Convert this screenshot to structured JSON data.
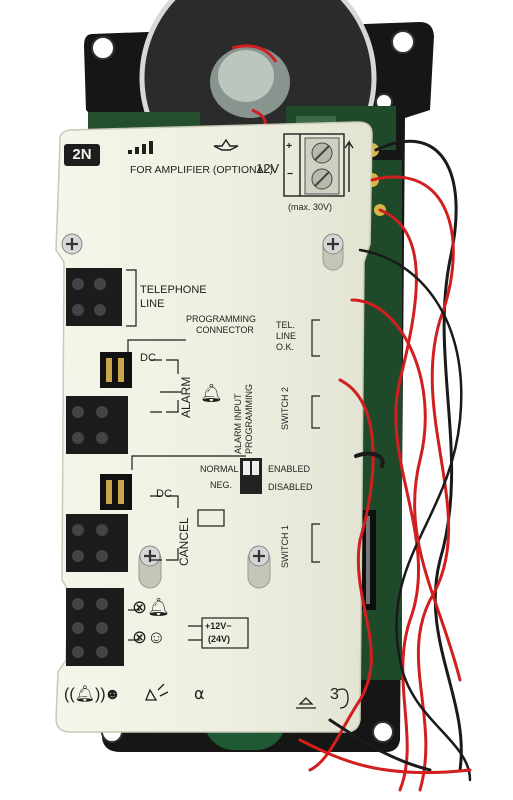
{
  "brand": {
    "logo": "2N"
  },
  "labels": {
    "amplifier": "FOR AMPLIFIER (OPTIONAL)",
    "voltage": "12V",
    "max_voltage": "(max. 30V)",
    "plus": "+",
    "minus": "−",
    "telephone": "TELEPHONE",
    "line": "LINE",
    "programming": "PROGRAMMING",
    "connector": "CONNECTOR",
    "tel_line_ok_1": "TEL.",
    "tel_line_ok_2": "LINE",
    "tel_line_ok_3": "O.K.",
    "dc_1": "DC",
    "dc_2": "DC",
    "alarm": "ALARM",
    "switch_2": "SWITCH 2",
    "alarm_input": "ALARM INPUT",
    "programming_vert": "PROGRAMMING",
    "normal": "NORMAL",
    "neg": "NEG.",
    "enabled": "ENABLED",
    "disabled": "DISABLED",
    "cancel": "CANCEL",
    "switch_1": "SWITCH 1",
    "supply_1": "+12V−",
    "supply_2": "(24V)"
  },
  "colors": {
    "panel": "#eeeedf",
    "pcb": "#1f4a2a",
    "case": "#161616",
    "wire_red": "#d11e1e",
    "wire_black": "#1a1a1a"
  }
}
